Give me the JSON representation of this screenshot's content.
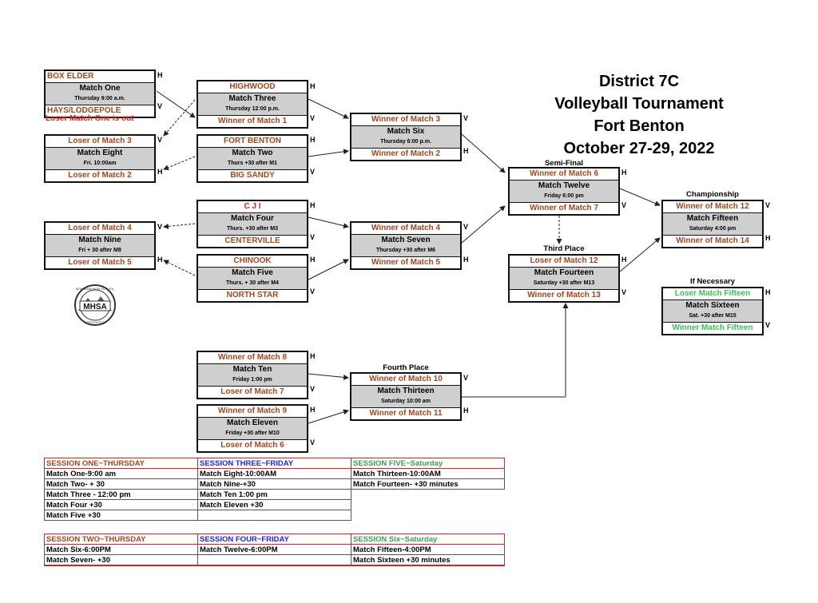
{
  "title": {
    "line1": "District 7C",
    "line2": "Volleyball Tournament",
    "line3": "Fort Benton",
    "line4": "October 27-29, 2022"
  },
  "matches": {
    "m1": {
      "top": "BOX ELDER",
      "name": "Match One",
      "time": "Thursday 9:00 a.m.",
      "bottom": "HAYS/LODGEPOLE"
    },
    "m3": {
      "top": "HIGHWOOD",
      "name": "Match Three",
      "time": "Thursday 12:00 p.m.",
      "bottom": "Winner of Match 1"
    },
    "m6": {
      "top": "Winner of Match 3",
      "name": "Match Six",
      "time": "Thursday 6:00 p.m.",
      "bottom": "Winner of Match 2"
    },
    "m8": {
      "top": "Loser of Match 3",
      "name": "Match Eight",
      "time": "Fri. 10:00am",
      "bottom": "Loser of Match 2"
    },
    "m2": {
      "top": "FORT BENTON",
      "name": "Match Two",
      "time": "Thurs +30 after M1",
      "bottom": "BIG SANDY"
    },
    "m4": {
      "top": "C J I",
      "name": "Match Four",
      "time": "Thurs. +30 after M3",
      "bottom": "CENTERVILLE"
    },
    "m9": {
      "top": "Loser of Match 4",
      "name": "Match Nine",
      "time": "Fri + 30 after M8",
      "bottom": "Loser of Match 5"
    },
    "m7": {
      "top": "Winner of Match 4",
      "name": "Match Seven",
      "time": "Thursday +30 after M6",
      "bottom": "Winner of Match 5"
    },
    "m5": {
      "top": "CHINOOK",
      "name": "Match Five",
      "time": "Thurs. + 30 after M4",
      "bottom": "NORTH STAR"
    },
    "m12": {
      "top": "Winner of Match 6",
      "name": "Match Twelve",
      "time": "Friday 6:00 pm",
      "bottom": "Winner of Match 7"
    },
    "m15": {
      "top": "Winner of Match 12",
      "name": "Match Fifteen",
      "time": "Saturday 4:00 pm",
      "bottom": "Winner of Match 14"
    },
    "m14": {
      "top": "Loser of Match 12",
      "name": "Match Fourteen",
      "time": "Saturday +30 after M13",
      "bottom": "Winner of Match 13"
    },
    "m16": {
      "top": "Loser Match Fifteen",
      "name": "Match Sixteen",
      "time": "Sat. +30 after M15",
      "bottom": "Winner Match Fifteen"
    },
    "m10": {
      "top": "Winner of Match 8",
      "name": "Match Ten",
      "time": "Friday 1:00  pm",
      "bottom": "Loser of Match 7"
    },
    "m11": {
      "top": "Winner of Match 9",
      "name": "Match Eleven",
      "time": "Friday +30 after M10",
      "bottom": "Loser of Match 6"
    },
    "m13": {
      "top": "Winner of Match 10",
      "name": "Match Thirteen",
      "time": "Saturday 10:00 am",
      "bottom": "Winner of Match 11"
    }
  },
  "labels": {
    "semi": "Semi-Final",
    "championship": "Championship",
    "third": "Third Place",
    "necessary": "If Necessary",
    "fourth": "Fourth Place",
    "loser_note": "Loser Match One is out",
    "h": "H",
    "v": "V",
    "logo_text": "MHSA",
    "logo_ring_top": "MONTANA HIGH SCHOOL",
    "logo_ring_bottom": "ASSOCIATION"
  },
  "sessions_top": {
    "headers": [
      "SESSION ONE~THURSDAY",
      "SESSION THREE~FRIDAY",
      "SESSION FIVE~Saturday"
    ],
    "rows": [
      [
        "Match One-9:00 am",
        "Match Eight-10:00AM",
        "Match Thirteen-10:00AM"
      ],
      [
        "Match Two- + 30",
        "Match Nine-+30",
        "Match Fourteen- +30 minutes"
      ],
      [
        "Match Three - 12:00 pm",
        "Match Ten  1:00 pm",
        ""
      ],
      [
        "Match Four +30",
        "Match Eleven +30",
        ""
      ],
      [
        "Match Five +30",
        "",
        ""
      ]
    ]
  },
  "sessions_bottom": {
    "headers": [
      "SESSION TWO~THURSDAY",
      "SESSION FOUR~FRIDAY",
      "SESSION Six~Saturday"
    ],
    "rows": [
      [
        "Match Six-6:00PM",
        "Match Twelve-6:00PM",
        "Match Fifteen-4:00PM"
      ],
      [
        "Match Seven- +30",
        "",
        "Match Sixteen +30 minutes"
      ]
    ]
  },
  "colors": {
    "team": "#a0461e",
    "red": "#e0201e",
    "green": "#3bbf55",
    "blue": "#2323e0",
    "box_fill": "#cfcfcf"
  }
}
